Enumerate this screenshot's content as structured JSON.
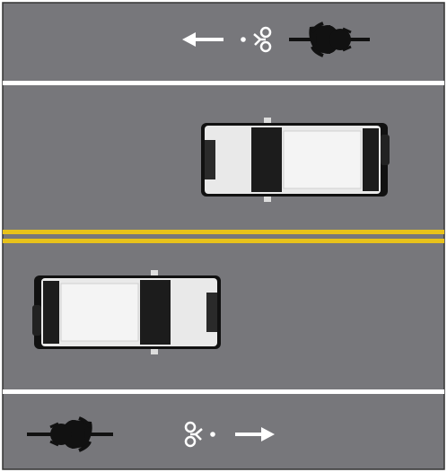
{
  "road": {
    "asphalt_color": "#77777b",
    "lane_line_color": "#ffffff",
    "center_line_color": "#e8c21a",
    "border_color": "#333333"
  },
  "bike_lanes": [
    {
      "direction": "left",
      "icon": "bicycle-lane-symbol",
      "arrow": "arrow-left-icon"
    },
    {
      "direction": "right",
      "icon": "bicycle-lane-symbol",
      "arrow": "arrow-right-icon"
    }
  ],
  "cyclists": [
    {
      "lane": "top",
      "heading": "left",
      "icon": "cyclist-top-view-icon"
    },
    {
      "lane": "bottom",
      "heading": "right",
      "icon": "cyclist-top-view-icon"
    }
  ],
  "vehicles": [
    {
      "lane": "upper-travel-lane",
      "heading": "left",
      "icon": "suv-top-view-icon",
      "body_color": "#e9e9e9"
    },
    {
      "lane": "lower-travel-lane",
      "heading": "right",
      "icon": "suv-top-view-icon",
      "body_color": "#e9e9e9"
    }
  ]
}
